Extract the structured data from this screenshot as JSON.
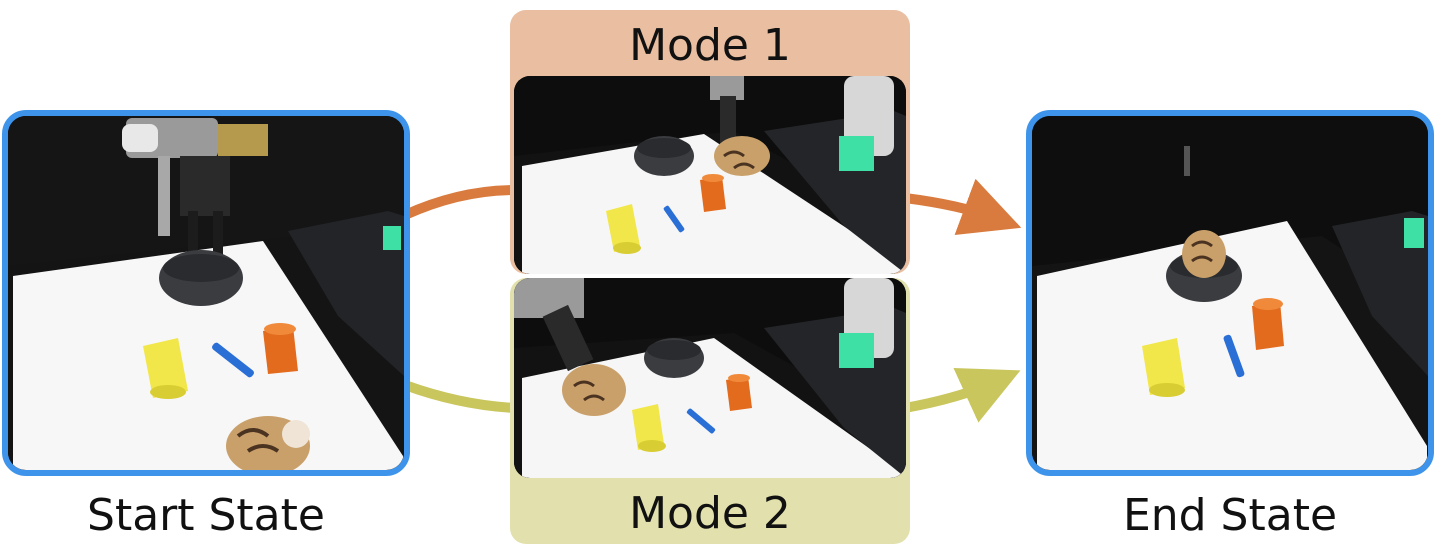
{
  "labels": {
    "start": "Start State",
    "mode1": "Mode 1",
    "mode2": "Mode 2",
    "end": "End State"
  },
  "colors": {
    "frame": "#3d94ea",
    "mode1_panel": "#e9bea1",
    "mode1_arrow": "#d97b3e",
    "mode2_panel": "#e2e1ad",
    "mode2_arrow": "#c9c65d"
  }
}
